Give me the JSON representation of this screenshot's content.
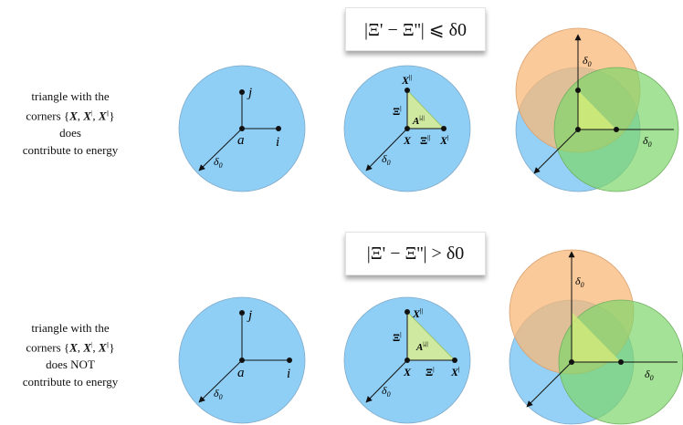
{
  "rows": [
    {
      "description_lines": [
        "triangle with the",
        "corners {X, X', X''}",
        "does",
        "contribute to energy"
      ],
      "condition": "|Ξ' − Ξ''| ⩽ δ0"
    },
    {
      "description_lines": [
        "triangle with the",
        "corners {X, X', X''}",
        "does NOT",
        "contribute to energy"
      ],
      "condition": "|Ξ' − Ξ''| > δ0"
    }
  ],
  "labels": {
    "a": "a",
    "i": "i",
    "j": "j",
    "delta": "δ",
    "delta_sub": "0",
    "X": "X",
    "Xi": "Ξ",
    "A": "A"
  },
  "colors": {
    "blue": "#8fcff6",
    "orange": "#f8b878",
    "green": "#7ed56b",
    "triangle": "#cfe9a0"
  }
}
